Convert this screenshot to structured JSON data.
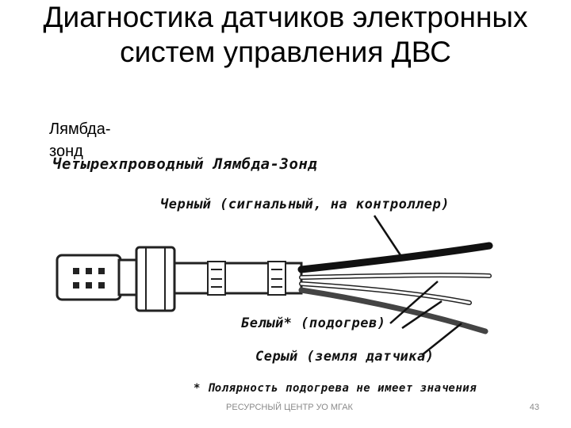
{
  "slide": {
    "title": "Диагностика датчиков электронных систем управления ДВС",
    "subtitle": "Лямбда-зонд",
    "footer": "РЕСУРСНЫЙ ЦЕНТР УО МГАК",
    "page_number": "43"
  },
  "figure": {
    "heading": "Четырехпроводный Лямбда-Зонд",
    "label_black": "Черный (сигнальный, на контроллер)",
    "label_white": "Белый* (подогрев)",
    "label_gray": "Серый (земля датчика)",
    "footnote": "* Полярность подогрева не имеет значения"
  }
}
